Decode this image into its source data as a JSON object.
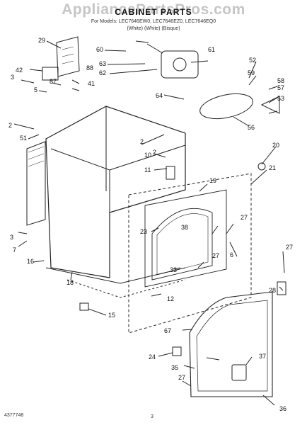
{
  "header": {
    "watermark": "AppliancePartsPros.com",
    "title": "CABINET PARTS",
    "models": "For Models: LEC7646EW0, LEC7646EZ0, LEC7646EQ0",
    "colors": "(White)  (White)  (Bisque)"
  },
  "callouts": [
    "2",
    "2",
    "2",
    "3",
    "3",
    "5",
    "6",
    "7",
    "10",
    "11",
    "12",
    "15",
    "16",
    "18",
    "19",
    "20",
    "21",
    "23",
    "24",
    "27",
    "27",
    "27",
    "27",
    "28",
    "29",
    "33",
    "35",
    "36",
    "37",
    "38",
    "41",
    "42",
    "51",
    "52",
    "53",
    "56",
    "57",
    "58",
    "59",
    "60",
    "61",
    "62",
    "63",
    "64",
    "67",
    "87",
    "88"
  ],
  "footer": {
    "doc_number": "4377748",
    "page_number": "3"
  },
  "colors": {
    "line": "#222222",
    "watermark": "#969696"
  }
}
